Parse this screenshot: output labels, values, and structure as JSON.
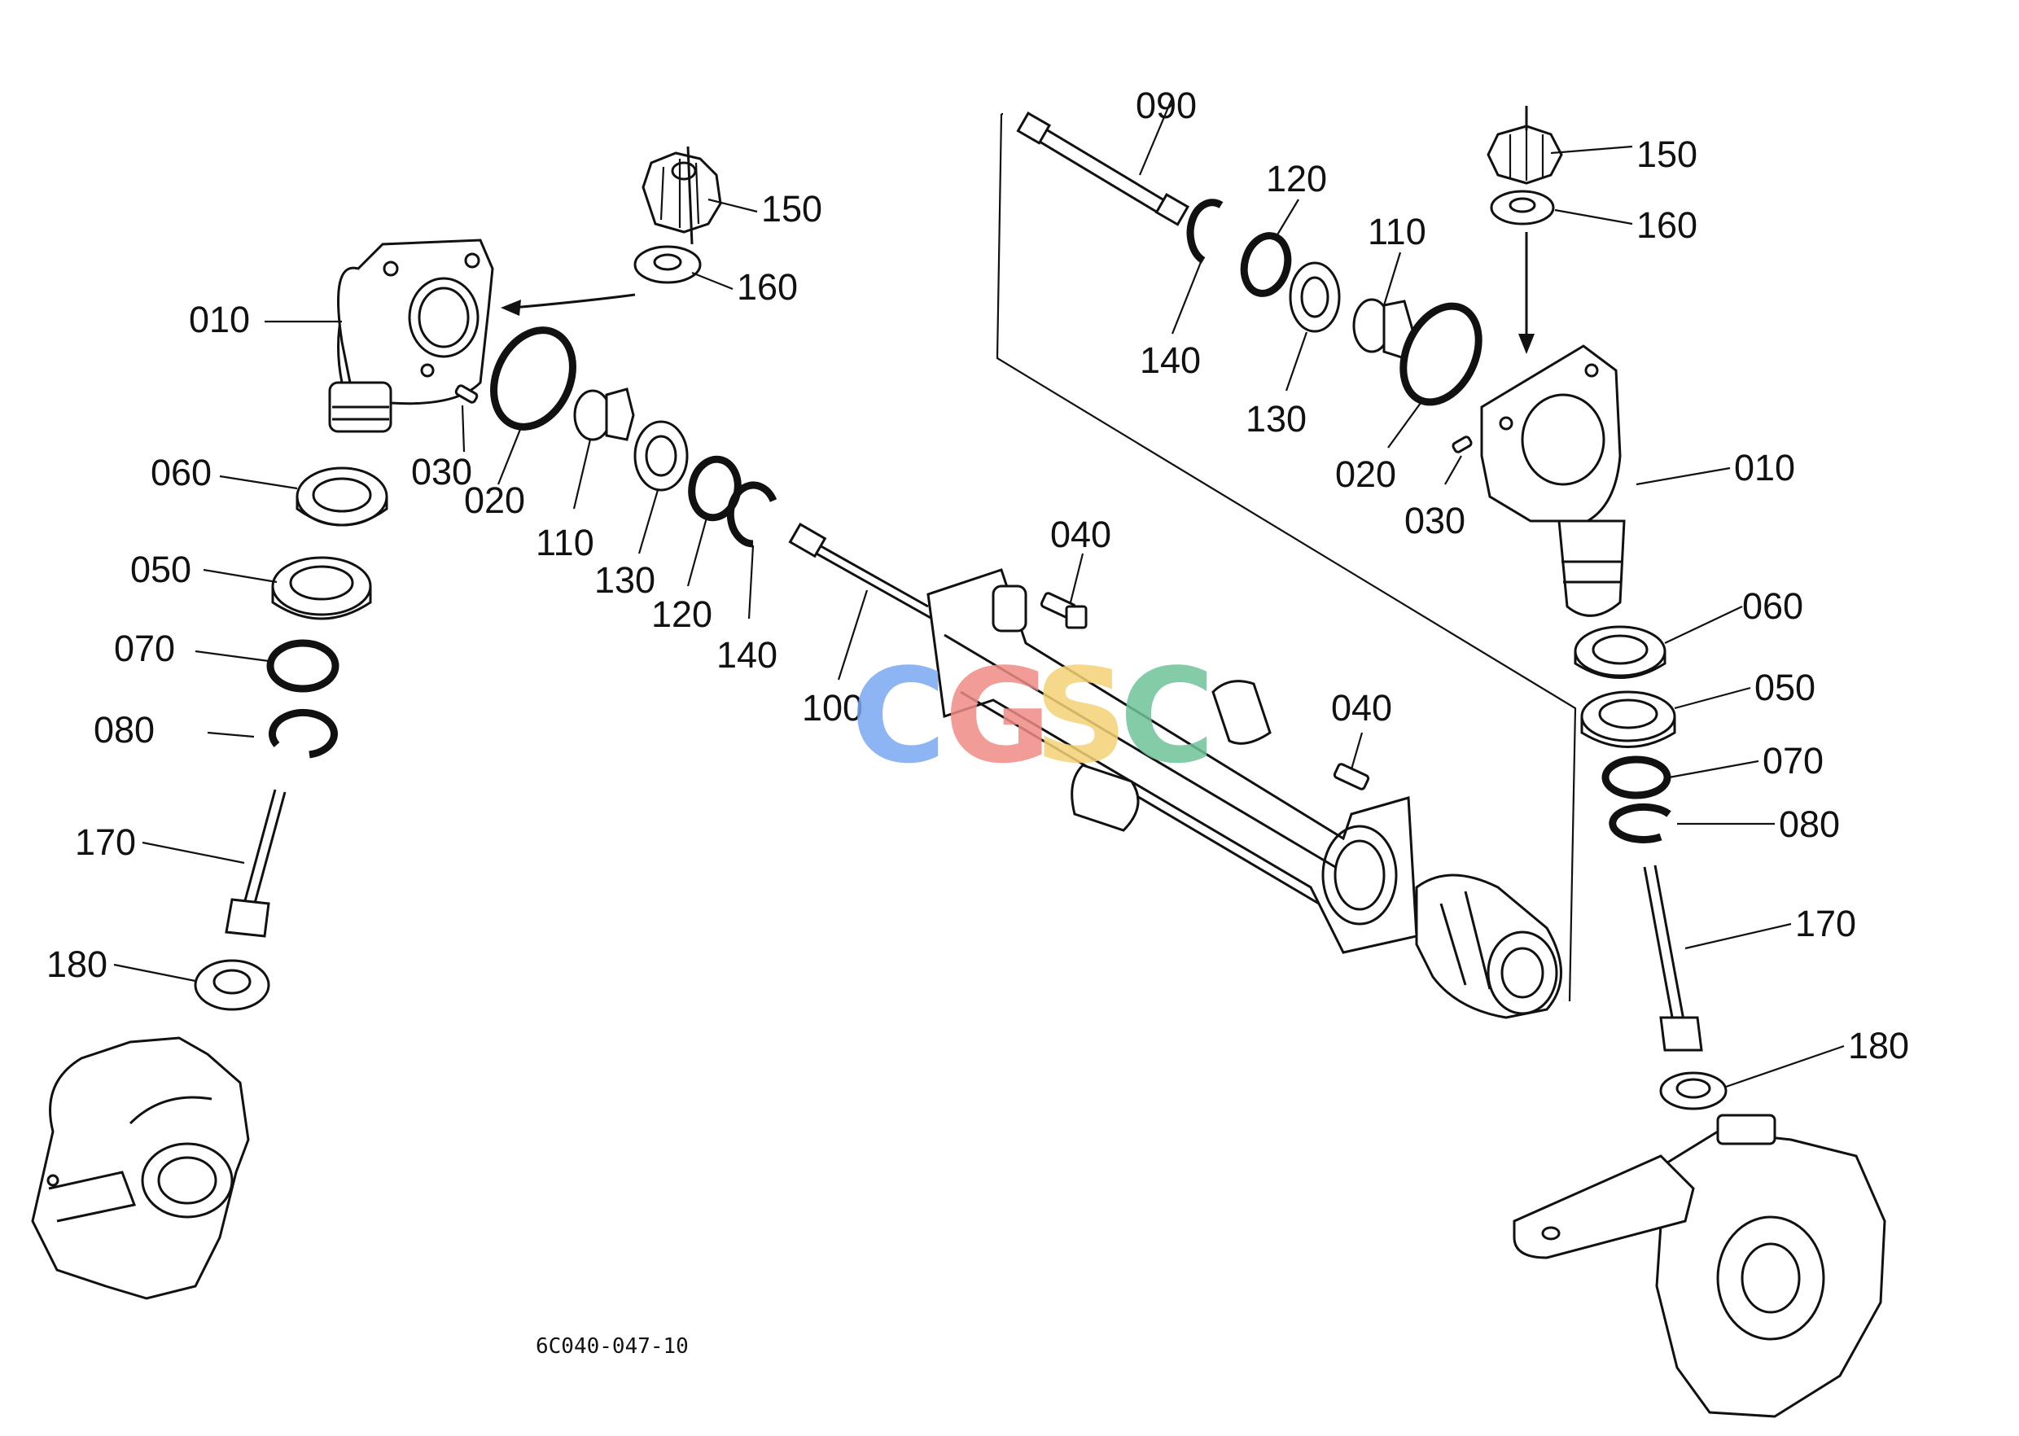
{
  "diagram_code": "6C040-047-10",
  "watermark": {
    "letters": [
      "C",
      "G",
      "S",
      "C"
    ],
    "colors": [
      "#7aa7f2",
      "#ef8b86",
      "#f4d276",
      "#6fc39a"
    ]
  },
  "callouts_left": {
    "c010": "010",
    "c020": "020",
    "c030": "030",
    "c050": "050",
    "c060": "060",
    "c070": "070",
    "c080": "080",
    "c110": "110",
    "c120": "120",
    "c130": "130",
    "c140": "140",
    "c150": "150",
    "c160": "160",
    "c170": "170",
    "c180": "180"
  },
  "callouts_center": {
    "c040a": "040",
    "c040b": "040",
    "c100": "100"
  },
  "callouts_right": {
    "c010": "010",
    "c020": "020",
    "c030": "030",
    "c050": "050",
    "c060": "060",
    "c070": "070",
    "c080": "080",
    "c090": "090",
    "c110": "110",
    "c120": "120",
    "c130": "130",
    "c140": "140",
    "c150": "150",
    "c160": "160",
    "c170": "170",
    "c180": "180"
  }
}
